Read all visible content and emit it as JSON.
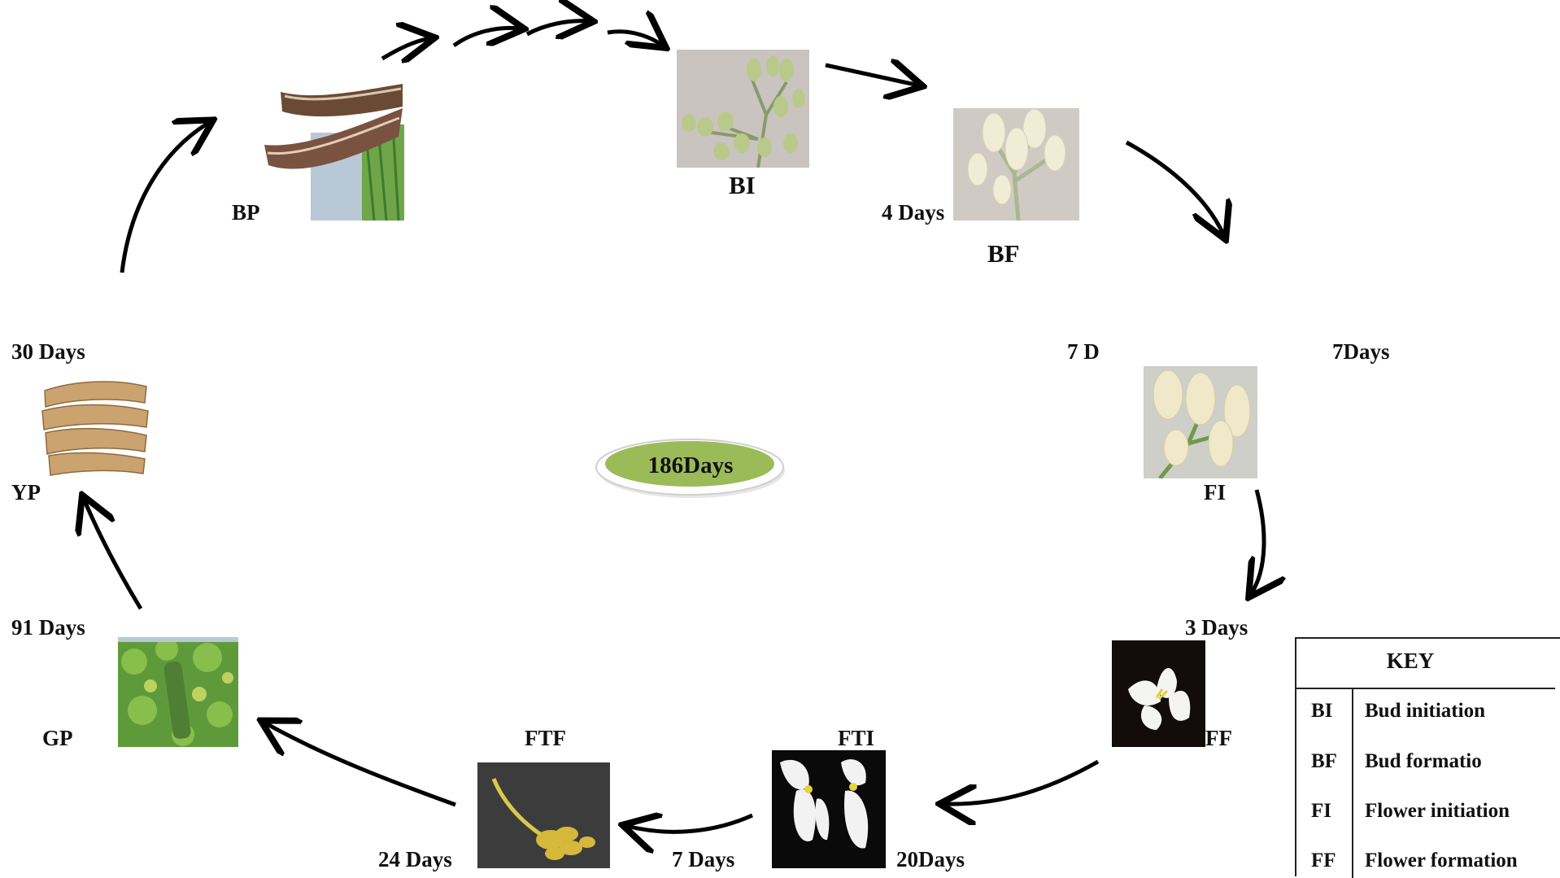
{
  "stages": {
    "bp": "BP",
    "bi": "BI",
    "bf": "BF",
    "fi": "FI",
    "ff": "FF",
    "fti": "FTI",
    "ftf": "FTF",
    "gp": "GP",
    "yp": "YP"
  },
  "durations": {
    "bf_4days": "4 Days",
    "fi_7d": "7 D",
    "fi_7days": "7Days",
    "ff_3days": "3 Days",
    "fti_20days": "20Days",
    "ftf_7days": "7 Days",
    "gp_24days": "24 Days",
    "yp_91days": "91 Days",
    "bp_30days": "30 Days"
  },
  "center": {
    "label": "186Days",
    "fill_color": "#9bbb59"
  },
  "key": {
    "title": "KEY",
    "rows": [
      {
        "abbr": "BI",
        "desc": "Bud initiation"
      },
      {
        "abbr": "BF",
        "desc": "Bud formatio"
      },
      {
        "abbr": "FI",
        "desc": "Flower initiation"
      },
      {
        "abbr": "FF",
        "desc": "Flower formation"
      }
    ]
  }
}
